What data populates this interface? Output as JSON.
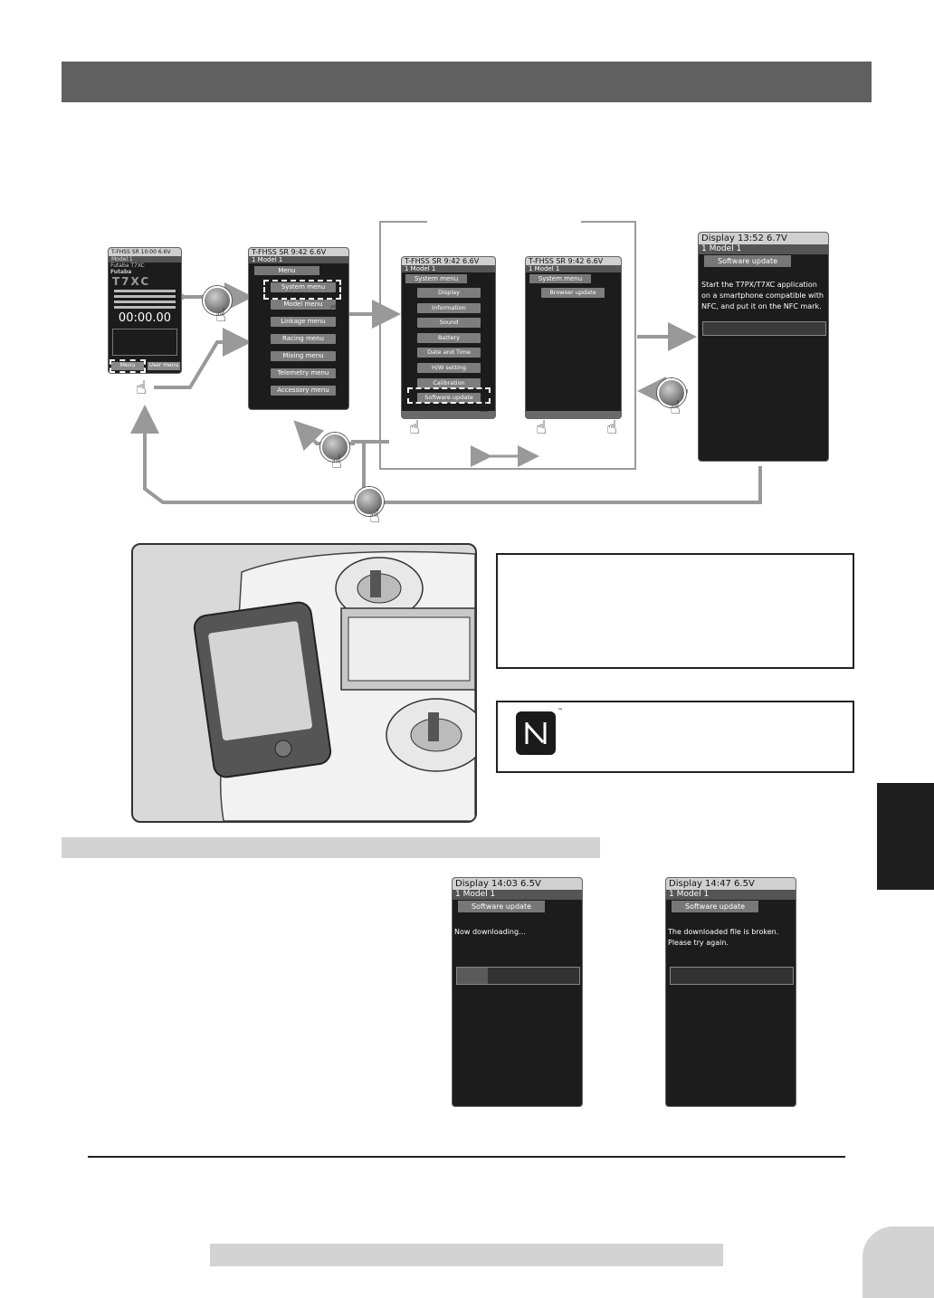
{
  "flow": {
    "home": {
      "status": "T-FHSS SR   10:00 6.6V",
      "model": "Model 1",
      "brand1": "Futaba T7XC",
      "brand2": "Futaba",
      "logo": "T7XC",
      "timer": "00:00.00",
      "btn_menu": "Menu",
      "btn_user": "User menu"
    },
    "menu": {
      "status": "T-FHSS SR      9:42 6.6V",
      "model": "1   Model 1",
      "title": "Menu",
      "items": [
        "System menu",
        "Model menu",
        "Linkage menu",
        "Racing menu",
        "Mixing menu",
        "Telemetry menu",
        "Accessory menu"
      ]
    },
    "system1": {
      "status": "T-FHSS SR      9:42 6.6V",
      "model": "1   Model 1",
      "title": "System menu",
      "items": [
        "Display",
        "Information",
        "Sound",
        "Battery",
        "Date and Time",
        "H/W setting",
        "Calibration",
        "Software update"
      ]
    },
    "system2": {
      "status": "T-FHSS SR      9:42 6.6V",
      "model": "1   Model 1",
      "title": "System menu",
      "items": [
        "Browser update"
      ]
    },
    "sw_update": {
      "status": "Display            13:52 6.7V",
      "model": "1   Model 1",
      "title": "Software update",
      "msg": "Start the T7PX/T7XC application on a smartphone compatible with NFC, and put it on the NFC mark."
    }
  },
  "bottom_screens": [
    {
      "status": "Display         14:03 6.5V",
      "model": "1   Model 1",
      "title": "Software update",
      "msg": "Now downloading...",
      "progress": 0.25
    },
    {
      "status": "Display         14:47 6.5V",
      "model": "1   Model 1",
      "title": "Software update",
      "msg": "The downloaded file is broken. Please try again.",
      "progress": 0
    }
  ],
  "colors": {
    "header_bar": "#606060",
    "sub_bar": "#d3d3d3",
    "side_tab": "#1f1f1f",
    "screen_bg": "#1c1c1c"
  },
  "icons": [
    "touch-button-icon",
    "hand-pointer-icon",
    "nfc-mark-icon",
    "arrow-icon"
  ]
}
